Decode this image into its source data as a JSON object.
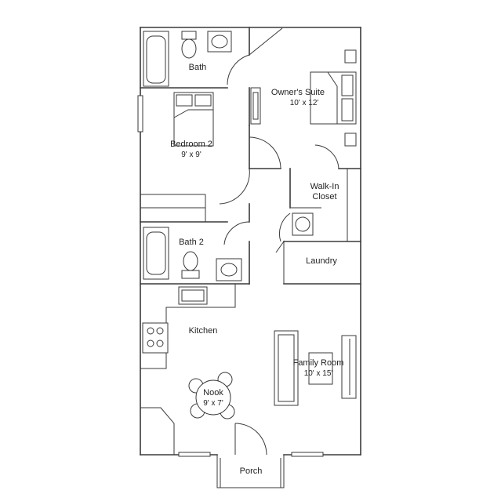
{
  "rooms": {
    "bath": {
      "name": "Bath"
    },
    "owners_suite": {
      "name": "Owner's Suite",
      "dim": "10' x 12'"
    },
    "bedroom2": {
      "name": "Bedroom 2",
      "dim": "9' x 9'"
    },
    "walkin": {
      "name_line1": "Walk-In",
      "name_line2": "Closet"
    },
    "bath2": {
      "name": "Bath 2"
    },
    "laundry": {
      "name": "Laundry"
    },
    "kitchen": {
      "name": "Kitchen"
    },
    "family_room": {
      "name": "Family Room",
      "dim": "10' x 15'"
    },
    "nook": {
      "name": "Nook",
      "dim": "9' x 7'"
    },
    "porch": {
      "name": "Porch"
    }
  }
}
